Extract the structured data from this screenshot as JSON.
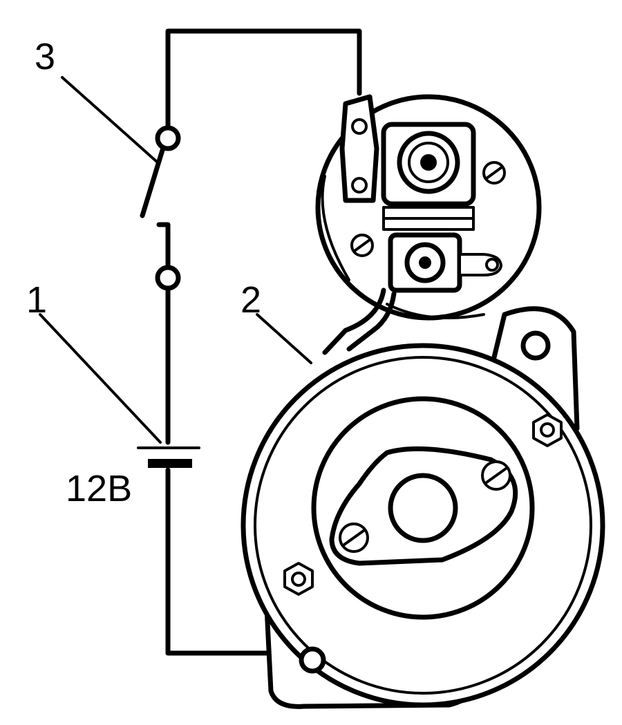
{
  "diagram": {
    "labels": {
      "battery_number": "1",
      "starter_number": "2",
      "switch_number": "3",
      "battery_voltage": "12B"
    }
  }
}
